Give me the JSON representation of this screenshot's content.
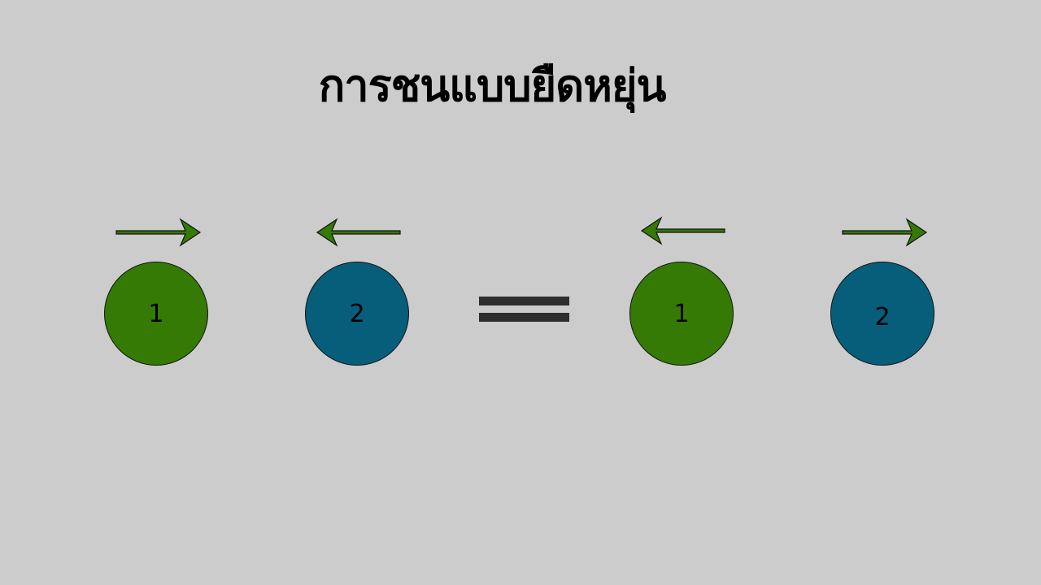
{
  "title": "การชนแบบยืดหยุ่น",
  "colors": {
    "background": "#cccccc",
    "ball_1": "#347a04",
    "ball_2": "#065e7a",
    "arrow": "#347a04",
    "equals": "#2e2e2e"
  },
  "before": {
    "ball_1": {
      "label": "1",
      "direction": "right"
    },
    "ball_2": {
      "label": "2",
      "direction": "left"
    }
  },
  "after": {
    "ball_1": {
      "label": "1",
      "direction": "left"
    },
    "ball_2": {
      "label": "2",
      "direction": "right"
    }
  },
  "separator": "equals-sign"
}
